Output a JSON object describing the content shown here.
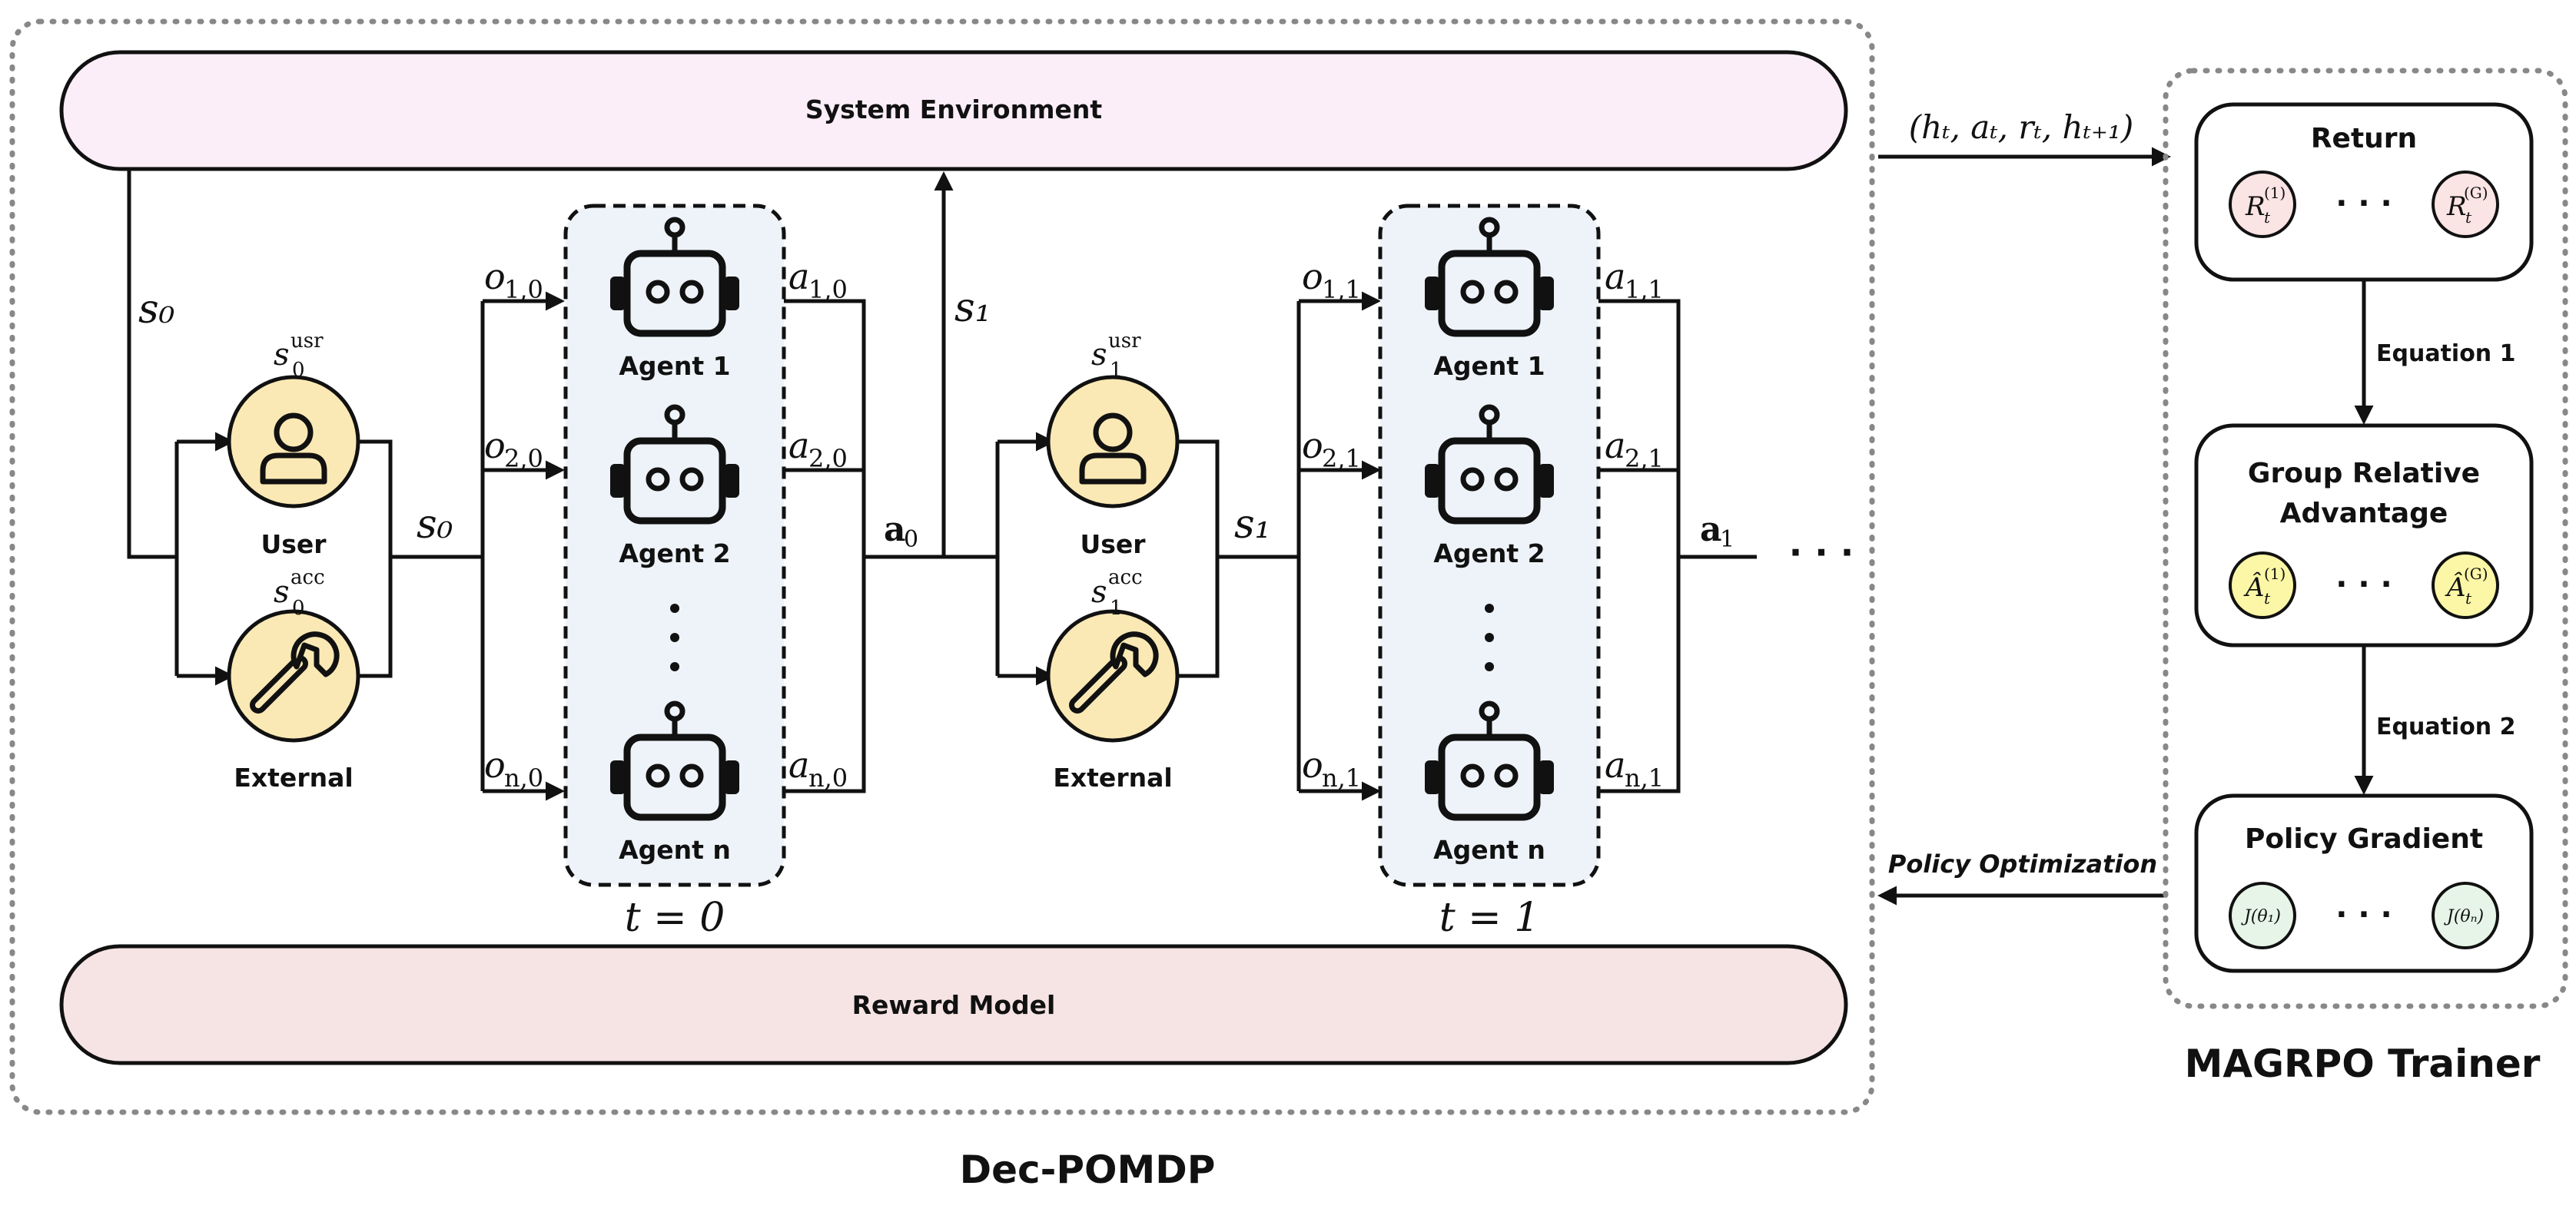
{
  "env": {
    "system_environment": "System Environment",
    "reward_model": "Reward Model",
    "dec_pomdp": "Dec-POMDP"
  },
  "step0": {
    "s_left": "s₀",
    "s_mid": "s₀",
    "user_state": {
      "base": "s",
      "sub": "0",
      "sup": "usr"
    },
    "ext_state": {
      "base": "s",
      "sub": "0",
      "sup": "acc"
    },
    "user_label": "User",
    "external_label": "External",
    "agents": [
      "Agent 1",
      "Agent 2",
      "Agent n"
    ],
    "obs": [
      {
        "base": "o",
        "sub": "1,0"
      },
      {
        "base": "o",
        "sub": "2,0"
      },
      {
        "base": "o",
        "sub": "n,0"
      }
    ],
    "acts": [
      {
        "base": "a",
        "sub": "1,0"
      },
      {
        "base": "a",
        "sub": "2,0"
      },
      {
        "base": "a",
        "sub": "n,0"
      }
    ],
    "joint_action": {
      "base": "a",
      "sub": "0"
    },
    "time": "t = 0",
    "s_next": "s₁"
  },
  "step1": {
    "s_mid": "s₁",
    "user_state": {
      "base": "s",
      "sub": "1",
      "sup": "usr"
    },
    "ext_state": {
      "base": "s",
      "sub": "1",
      "sup": "acc"
    },
    "user_label": "User",
    "external_label": "External",
    "agents": [
      "Agent 1",
      "Agent 2",
      "Agent n"
    ],
    "obs": [
      {
        "base": "o",
        "sub": "1,1"
      },
      {
        "base": "o",
        "sub": "2,1"
      },
      {
        "base": "o",
        "sub": "n,1"
      }
    ],
    "acts": [
      {
        "base": "a",
        "sub": "1,1"
      },
      {
        "base": "a",
        "sub": "2,1"
      },
      {
        "base": "a",
        "sub": "n,1"
      }
    ],
    "joint_action": {
      "base": "a",
      "sub": "1"
    },
    "time": "t = 1",
    "continuation": "· · ·"
  },
  "transfer": {
    "trajectory": "(hₜ, aₜ, rₜ, hₜ₊₁)",
    "policy_optimization": "Policy  Optimization"
  },
  "trainer": {
    "title": "MAGRPO Trainer",
    "return_title": "Return",
    "return_first": {
      "base": "R",
      "sub": "t",
      "sup": "(1)"
    },
    "return_last": {
      "base": "R",
      "sub": "t",
      "sup": "(G)"
    },
    "equation1": "Equation 1",
    "adv_title_line1": "Group Relative",
    "adv_title_line2": "Advantage",
    "adv_first": {
      "base": "Â",
      "sub": "t",
      "sup": "(1)"
    },
    "adv_last": {
      "base": "Â",
      "sub": "t",
      "sup": "(G)"
    },
    "equation2": "Equation 2",
    "pg_title": "Policy Gradient",
    "pg_first": "J(θ₁)",
    "pg_last": "J(θₙ)",
    "ellipsis": "· · ·"
  },
  "colors": {
    "env_fill": "#fbeef8",
    "reward_fill": "#f6e4e4",
    "agent_panel": "#eef3f9",
    "user_circle": "#fbe9b5",
    "return_circle": "#fbe4e4",
    "adv_circle": "#fbf7a6",
    "pg_circle": "#e6f5e7",
    "stroke": "#111111",
    "dotted_border": "#888888"
  }
}
